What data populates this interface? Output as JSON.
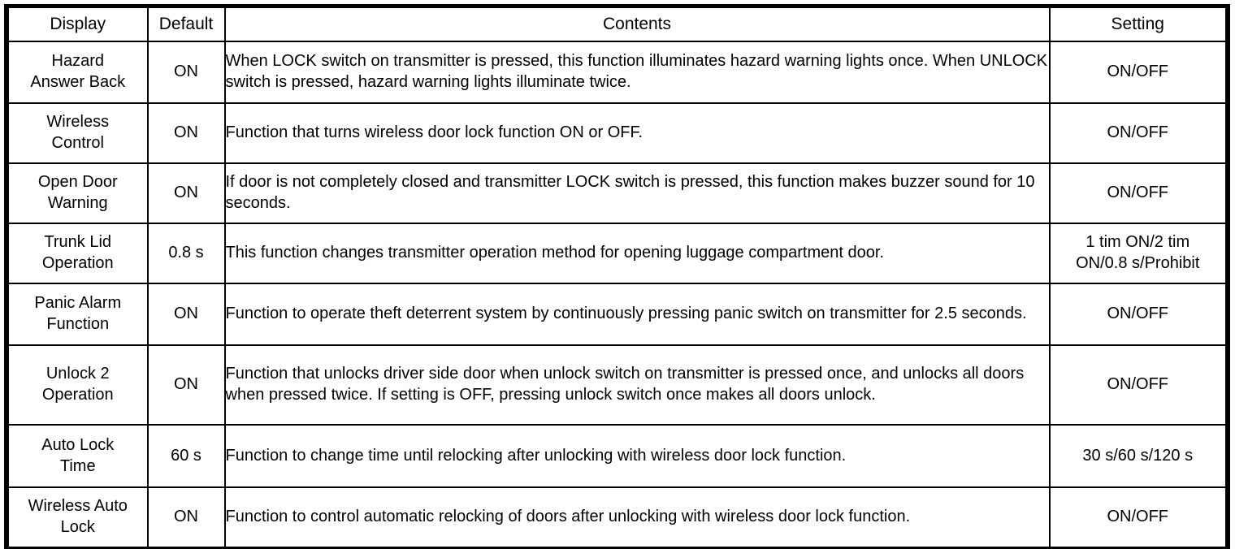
{
  "table": {
    "headers": {
      "display": "Display",
      "default": "Default",
      "contents": "Contents",
      "setting": "Setting"
    },
    "rows": [
      {
        "display": "Hazard\nAnswer Back",
        "default": "ON",
        "contents": "When LOCK switch on transmitter is pressed, this function illuminates hazard warning lights once. When UNLOCK switch is pressed, hazard warning lights illuminate twice.",
        "setting": "ON/OFF"
      },
      {
        "display": "Wireless\nControl",
        "default": "ON",
        "contents": "Function that turns wireless door lock function ON or OFF.",
        "setting": "ON/OFF"
      },
      {
        "display": "Open Door\nWarning",
        "default": "ON",
        "contents": "If door is not completely closed and transmitter LOCK switch is pressed, this function makes buzzer sound for 10 seconds.",
        "setting": "ON/OFF"
      },
      {
        "display": "Trunk Lid\nOperation",
        "default": "0.8 s",
        "contents": "This function changes transmitter operation method for opening luggage compartment door.",
        "setting": "1 tim ON/2 tim\nON/0.8 s/Prohibit"
      },
      {
        "display": "Panic Alarm\nFunction",
        "default": "ON",
        "contents": "Function to operate theft deterrent system by continuously pressing panic switch on transmitter for 2.5 seconds.",
        "setting": "ON/OFF"
      },
      {
        "display": "Unlock 2\nOperation",
        "default": "ON",
        "contents": "Function that unlocks driver side door when unlock switch on transmitter is pressed once, and unlocks all doors when pressed twice. If setting is OFF, pressing unlock switch once makes all doors unlock.",
        "setting": "ON/OFF"
      },
      {
        "display": "Auto Lock\nTime",
        "default": "60 s",
        "contents": "Function to change time until relocking after unlocking with wireless door lock function.",
        "setting": "30 s/60 s/120 s"
      },
      {
        "display": "Wireless Auto\nLock",
        "default": "ON",
        "contents": "Function to control automatic relocking of doors after unlocking with wireless door lock function.",
        "setting": "ON/OFF"
      }
    ]
  }
}
